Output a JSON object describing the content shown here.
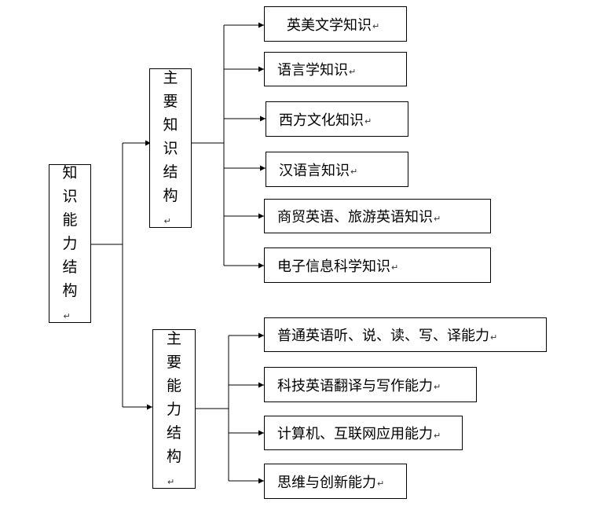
{
  "root": {
    "chars": [
      "知",
      "识",
      "能",
      "力",
      "结",
      "构"
    ]
  },
  "branches": [
    {
      "id": "knowledge",
      "chars": [
        "主",
        "要",
        "知",
        "识",
        "结",
        "构"
      ],
      "leaves": [
        "英美文学知识",
        "语言学知识",
        "西方文化知识",
        "汉语言知识",
        "商贸英语、旅游英语知识",
        "电子信息科学知识"
      ]
    },
    {
      "id": "ability",
      "chars": [
        "主",
        "要",
        "能",
        "力",
        "结",
        "构"
      ],
      "leaves": [
        "普通英语听、说、读、写、译能力",
        "科技英语翻译与写作能力",
        "计算机、互联网应用能力",
        "思维与创新能力"
      ]
    }
  ],
  "paragraph_mark": "↵"
}
